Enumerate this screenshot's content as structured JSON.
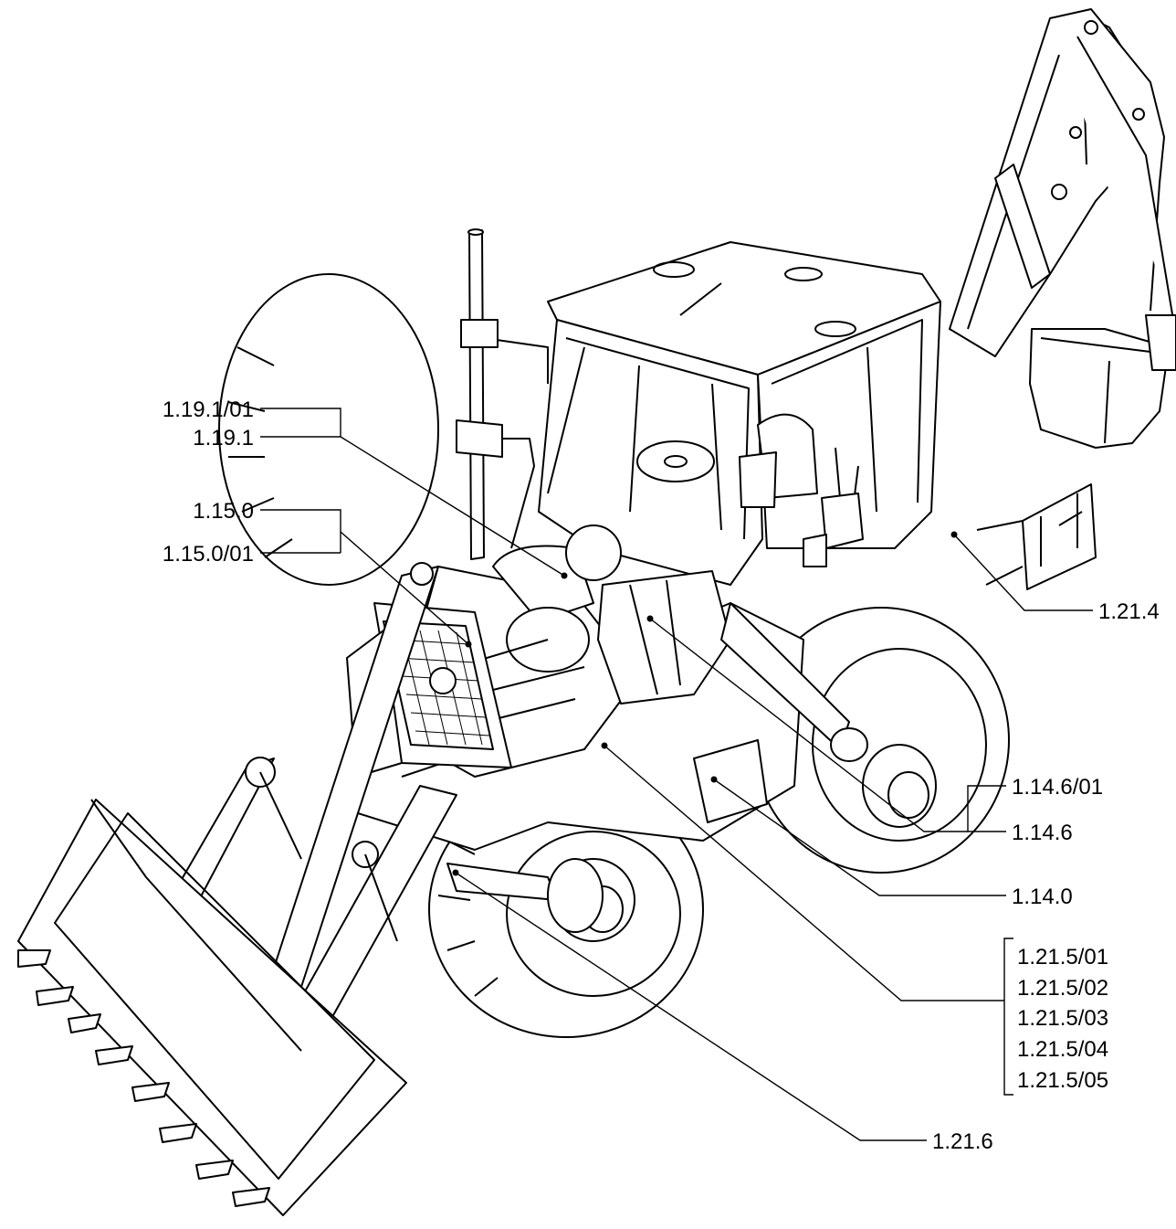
{
  "diagram": {
    "callouts": {
      "c_1_19_1_01": "1.19.1/01",
      "c_1_19_1": "1.19.1",
      "c_1_15_0": "1.15.0",
      "c_1_15_0_01": "1.15.0/01",
      "c_1_21_4": "1.21.4",
      "c_1_14_6_01": "1.14.6/01",
      "c_1_14_6": "1.14.6",
      "c_1_14_0": "1.14.0",
      "c_1_21_5_01": "1.21.5/01",
      "c_1_21_5_02": "1.21.5/02",
      "c_1_21_5_03": "1.21.5/03",
      "c_1_21_5_04": "1.21.5/04",
      "c_1_21_5_05": "1.21.5/05",
      "c_1_21_6": "1.21.6"
    }
  }
}
